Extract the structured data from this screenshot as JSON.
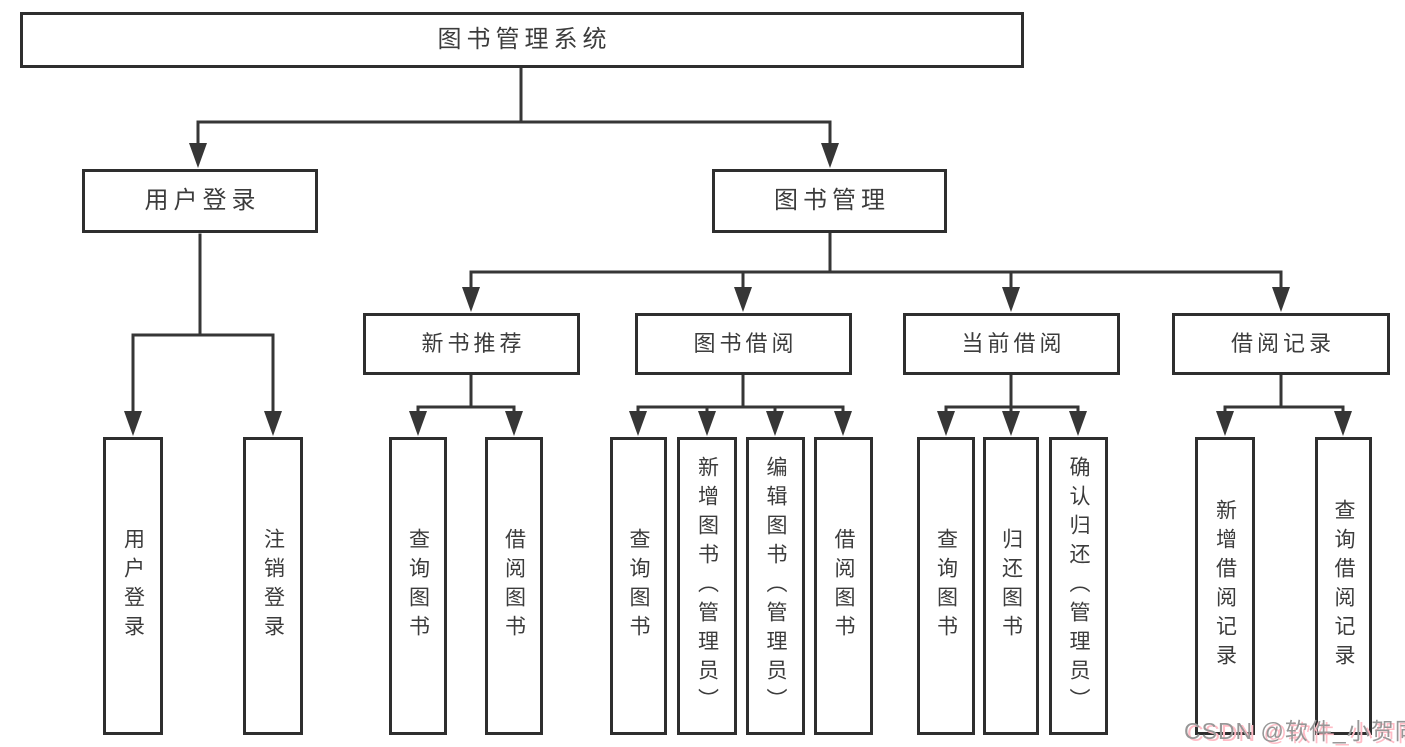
{
  "tree": {
    "root": "图书管理系统",
    "children": [
      {
        "label": "用户登录",
        "children": [
          {
            "label": "用户登录"
          },
          {
            "label": "注销登录"
          }
        ]
      },
      {
        "label": "图书管理",
        "children": [
          {
            "label": "新书推荐",
            "children": [
              {
                "label": "查询图书"
              },
              {
                "label": "借阅图书"
              }
            ]
          },
          {
            "label": "图书借阅",
            "children": [
              {
                "label": "查询图书"
              },
              {
                "label": "新增图书（管理员）"
              },
              {
                "label": "编辑图书（管理员）"
              },
              {
                "label": "借阅图书"
              }
            ]
          },
          {
            "label": "当前借阅",
            "children": [
              {
                "label": "查询图书"
              },
              {
                "label": "归还图书"
              },
              {
                "label": "确认归还（管理员）"
              }
            ]
          },
          {
            "label": "借阅记录",
            "children": [
              {
                "label": "新增借阅记录"
              },
              {
                "label": "查询借阅记录"
              }
            ]
          }
        ]
      }
    ]
  },
  "watermark": {
    "text": "CSDN @软件_小贺同学"
  },
  "colors": {
    "line": "#363636",
    "border": "#2e2e2e",
    "text": "#3c3c3c",
    "watermark_gray": "#979797",
    "watermark_pink": "#ffbcc6",
    "background": "#ffffff"
  }
}
